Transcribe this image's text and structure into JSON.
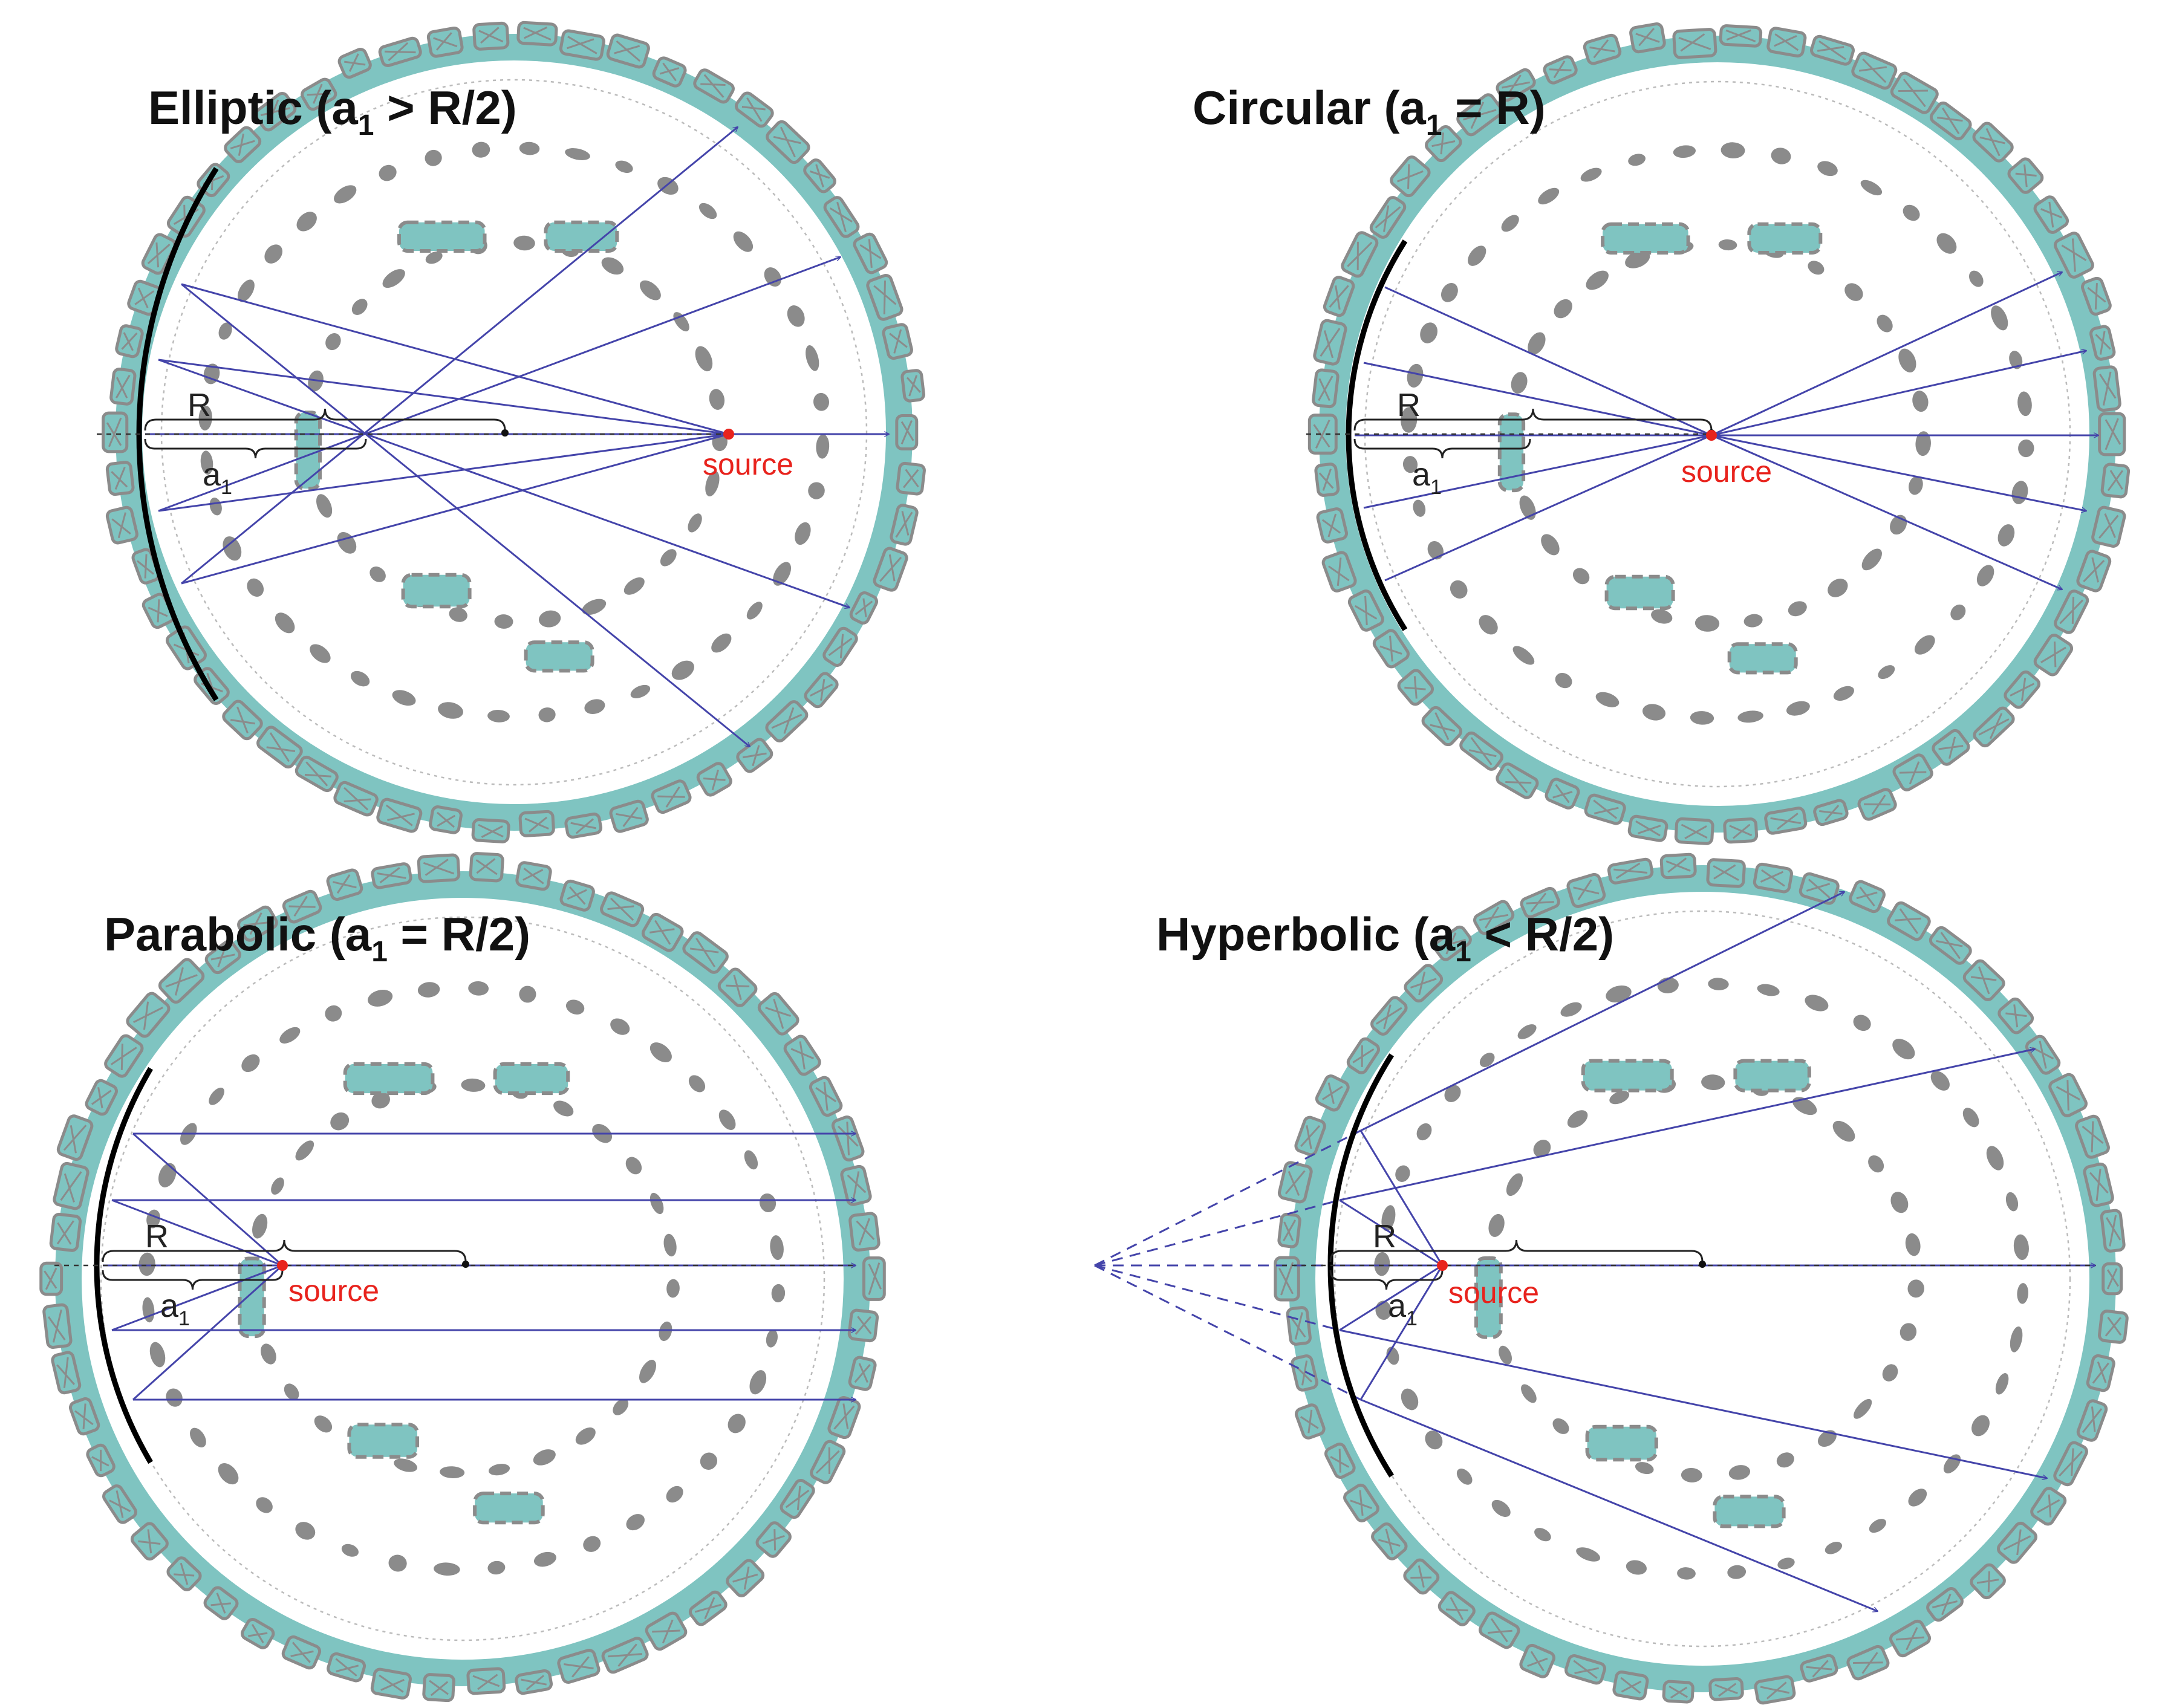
{
  "colors": {
    "ring": "#7fc4c1",
    "ring_block": "#8b8b8b",
    "hull": "#7fc4c1",
    "internal": "#8b8b8b",
    "ray": "#4444aa",
    "mirror": "#000000",
    "source": "#e8231d",
    "dotted_circle": "#bbbbbb"
  },
  "labels": {
    "R": "R",
    "a": "a",
    "sub1": "1",
    "source": "source"
  },
  "panels": [
    {
      "id": "elliptic",
      "title_pre": "Elliptic (a",
      "title_sub": "1",
      "title_post": " > R/2)"
    },
    {
      "id": "circular",
      "title_pre": "Circular (a",
      "title_sub": "1",
      "title_post": " = R)"
    },
    {
      "id": "parabolic",
      "title_pre": "Parabolic (a",
      "title_sub": "1",
      "title_post": " = R/2)"
    },
    {
      "id": "hyperbolic",
      "title_pre": "Hyperbolic (a",
      "title_sub": "1",
      "title_post": " < R/2)"
    }
  ]
}
